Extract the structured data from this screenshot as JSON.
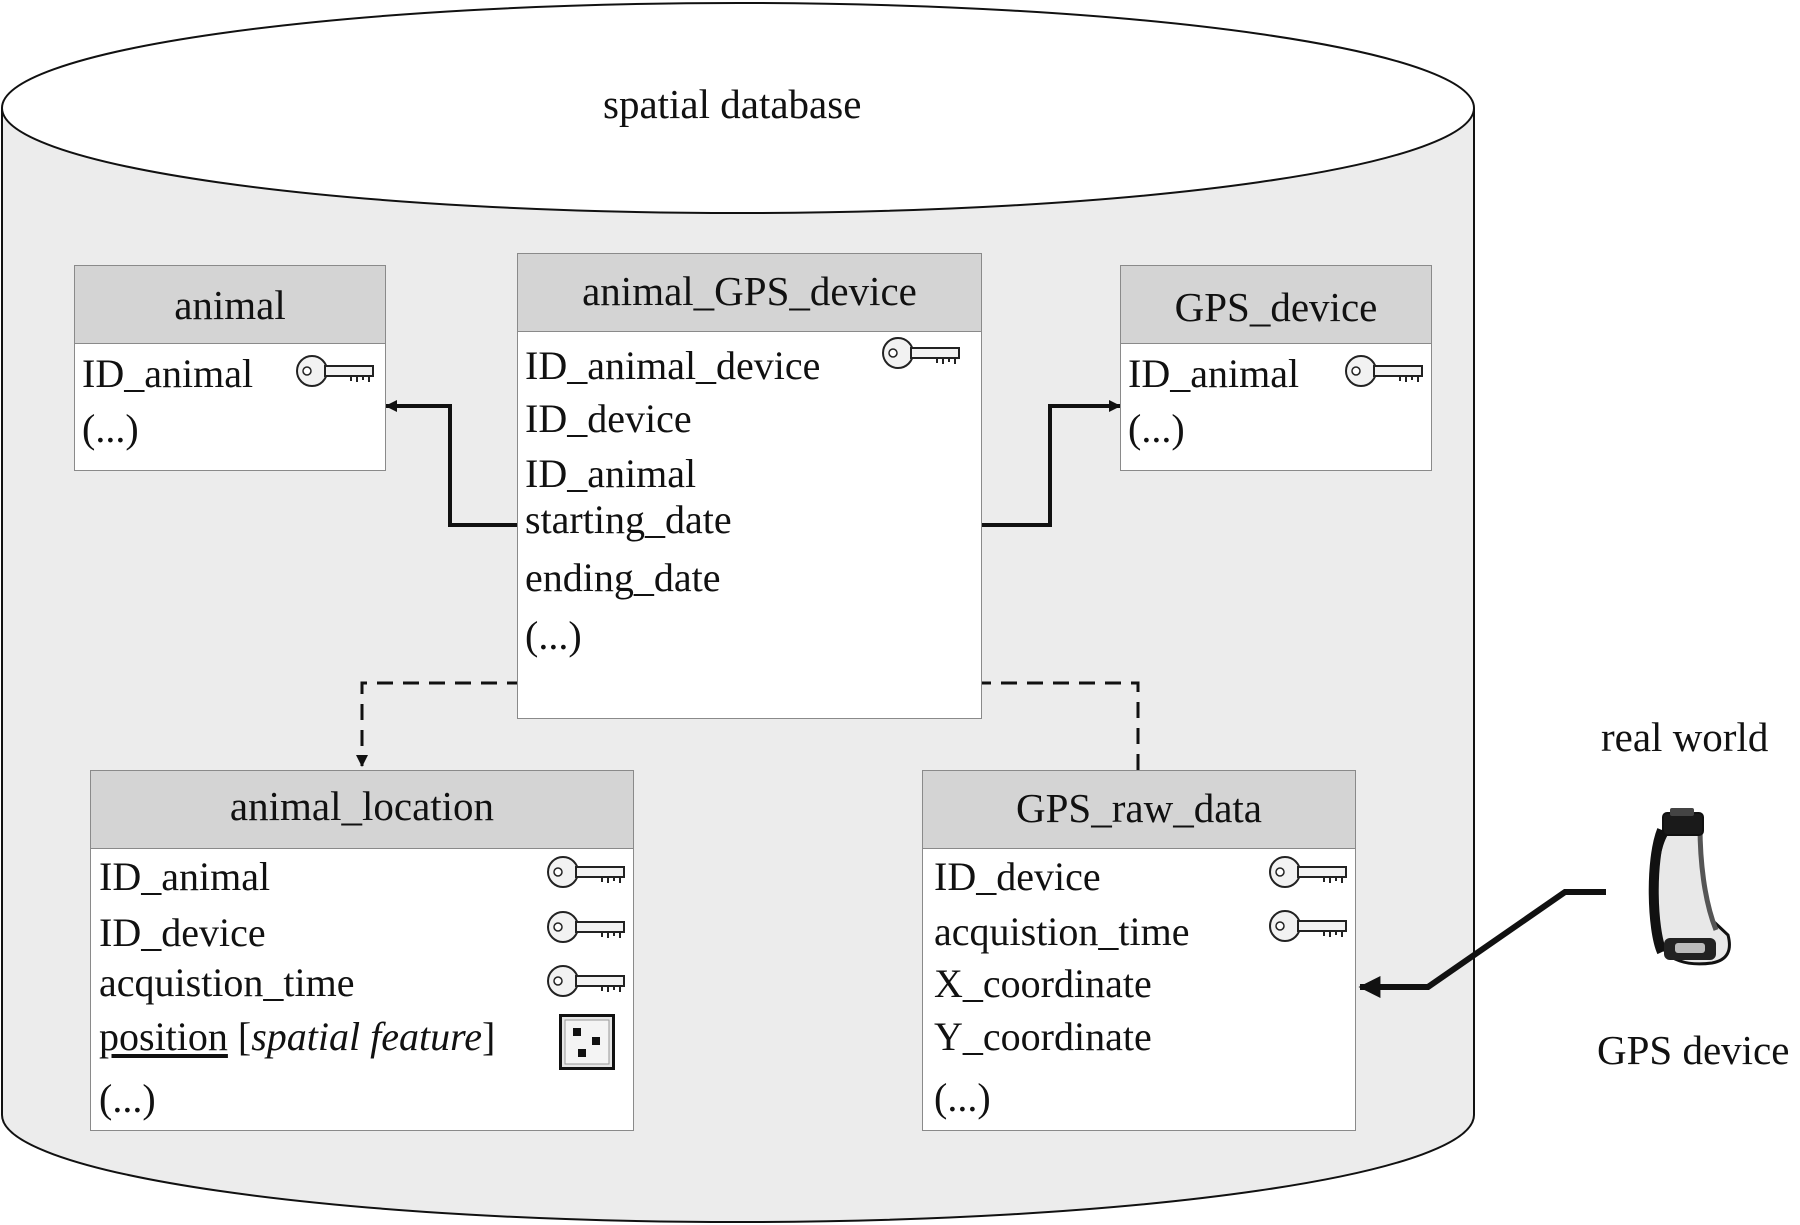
{
  "labels": {
    "database": "spatial database",
    "real_world": "real world",
    "gps_device": "GPS device"
  },
  "tables": {
    "animal": {
      "title": "animal",
      "fields": [
        {
          "name": "ID_animal",
          "key": true
        },
        {
          "name": "(...)",
          "key": false
        }
      ]
    },
    "animal_gps_device": {
      "title": "animal_GPS_device",
      "fields": [
        {
          "name": "ID_animal_device",
          "key": true
        },
        {
          "name": "ID_device",
          "key": false
        },
        {
          "name": "ID_animal",
          "key": false
        },
        {
          "name": "starting_date",
          "key": false
        },
        {
          "name": "ending_date",
          "key": false
        },
        {
          "name": "(...)",
          "key": false
        }
      ]
    },
    "gps_device": {
      "title": "GPS_device",
      "fields": [
        {
          "name": "ID_animal",
          "key": true
        },
        {
          "name": "(...)",
          "key": false
        }
      ]
    },
    "animal_location": {
      "title": "animal_location",
      "fields": [
        {
          "name": "ID_animal",
          "key": true
        },
        {
          "name": "ID_device",
          "key": true
        },
        {
          "name": "acquistion_time",
          "key": true
        },
        {
          "name": "position",
          "annotation": "spatial feature",
          "bracket_open": "[",
          "bracket_close": "]",
          "spatial": true
        },
        {
          "name": "(...)",
          "key": false
        }
      ]
    },
    "gps_raw_data": {
      "title": "GPS_raw_data",
      "fields": [
        {
          "name": "ID_device",
          "key": true
        },
        {
          "name": "acquistion_time",
          "key": true
        },
        {
          "name": "X_coordinate",
          "key": false
        },
        {
          "name": "Y_coordinate",
          "key": false
        },
        {
          "name": "(...)",
          "key": false
        }
      ]
    }
  },
  "icons": {
    "key": "key-icon",
    "spatial": "spatial-feature-icon",
    "device": "gps-collar-icon"
  },
  "colors": {
    "cylinder_fill": "#ececec",
    "header_fill": "#d4d4d4",
    "border": "#8a8a8a",
    "line": "#111111"
  }
}
